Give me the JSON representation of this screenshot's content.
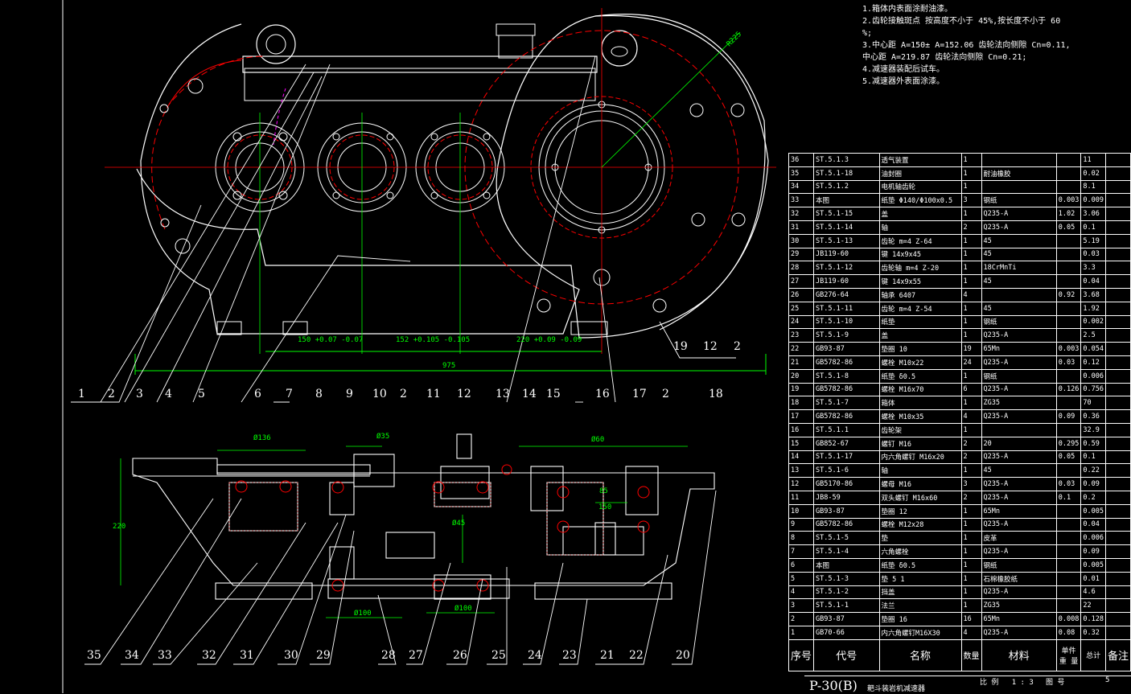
{
  "notes": [
    "1.箱体内表面涂耐油漆。",
    "2.齿轮接触斑点 按高度不小于 45%,按长度不小于 60",
    "%;",
    "3.中心距 A=150± A=152.06 齿轮法向侧隙 Cn=0.11,",
    "中心距 A=219.87 齿轮法向侧隙 Cn=0.21;",
    "4.减速器装配后试车。",
    "5.减速器外表面涂漆。"
  ],
  "top_callouts": [
    "1",
    "2",
    "3",
    "4",
    "5",
    "6",
    "7",
    "8",
    "9",
    "10",
    "2",
    "11",
    "12",
    "13",
    "14",
    "15",
    "16",
    "17",
    "2",
    "18"
  ],
  "right_callouts": [
    "19",
    "12",
    "2"
  ],
  "bottom_callouts": [
    "35",
    "34",
    "33",
    "32",
    "31",
    "30",
    "29",
    "28",
    "27",
    "26",
    "25",
    "24",
    "23",
    "21",
    "22",
    "20"
  ],
  "dimensions": {
    "d1": "150",
    "d1_tol": "+0.07 -0.07",
    "d2": "152",
    "d2_tol": "+0.105 -0.105",
    "d3": "220",
    "d3_tol": "+0.09 -0.09",
    "overall": "975",
    "h220": "220",
    "phi136": "Ø136",
    "phi35": "Ø35",
    "phi60": "Ø60",
    "phi45": "Ø45",
    "phi100a": "Ø100",
    "phi100b": "Ø100",
    "d85": "85",
    "d150": "150",
    "r": "R225"
  },
  "bom_rows": [
    [
      "36",
      "ST.5.1.3",
      "透气装置",
      "1",
      "",
      "",
      "11"
    ],
    [
      "35",
      "ST.5.1-18",
      "油封圈",
      "1",
      "耐油橡胶",
      "",
      "0.02"
    ],
    [
      "34",
      "ST.5.1.2",
      "电机轴齿轮",
      "1",
      "",
      "",
      "8.1"
    ],
    [
      "33",
      "本图",
      "纸垫 Φ140/Φ100x0.5",
      "3",
      "钢纸",
      "0.003",
      "0.009"
    ],
    [
      "32",
      "ST.5.1-15",
      "盖",
      "1",
      "Q235-A",
      "1.02",
      "3.06"
    ],
    [
      "31",
      "ST.5.1-14",
      "轴",
      "2",
      "Q235-A",
      "0.05",
      "0.1"
    ],
    [
      "30",
      "ST.5.1-13",
      "齿轮 m=4 Z-64",
      "1",
      "45",
      "",
      "5.19"
    ],
    [
      "29",
      "JB119-60",
      "键 14x9x45",
      "1",
      "45",
      "",
      "0.03"
    ],
    [
      "28",
      "ST.5.1-12",
      "齿轮轴 m=4 Z-20",
      "1",
      "18CrMnTi",
      "",
      "3.3"
    ],
    [
      "27",
      "JB119-60",
      "键 14x9x55",
      "1",
      "45",
      "",
      "0.04"
    ],
    [
      "26",
      "GB276-64",
      "轴承 6407",
      "4",
      "",
      "0.92",
      "3.68"
    ],
    [
      "25",
      "ST.5.1-11",
      "齿轮 m=4 Z-54",
      "1",
      "45",
      "",
      "1.92"
    ],
    [
      "24",
      "ST.5.1-10",
      "纸垫",
      "1",
      "钢纸",
      "",
      "0.002"
    ],
    [
      "23",
      "ST.5.1-9",
      "盖",
      "1",
      "Q235-A",
      "",
      "2.5"
    ],
    [
      "22",
      "GB93-87",
      "垫圈 10",
      "19",
      "65Mn",
      "0.003",
      "0.054"
    ],
    [
      "21",
      "GB5782-86",
      "螺栓 M10x22",
      "24",
      "Q235-A",
      "0.03",
      "0.12"
    ],
    [
      "20",
      "ST.5.1-8",
      "纸垫 δ0.5",
      "1",
      "钢纸",
      "",
      "0.006"
    ],
    [
      "19",
      "GB5782-86",
      "螺栓 M16x70",
      "6",
      "Q235-A",
      "0.126",
      "0.756"
    ],
    [
      "18",
      "ST.5.1-7",
      "箱体",
      "1",
      "ZG35",
      "",
      "70"
    ],
    [
      "17",
      "GB5782-86",
      "螺栓 M10x35",
      "4",
      "Q235-A",
      "0.09",
      "0.36"
    ],
    [
      "16",
      "ST.5.1.1",
      "齿轮架",
      "1",
      "",
      "",
      "32.9"
    ],
    [
      "15",
      "GB852-67",
      "螺钉 M16",
      "2",
      "20",
      "0.295",
      "0.59"
    ],
    [
      "14",
      "ST.5.1-17",
      "内六角螺钉 M16x20",
      "2",
      "Q235-A",
      "0.05",
      "0.1"
    ],
    [
      "13",
      "ST.5.1-6",
      "轴",
      "1",
      "45",
      "",
      "0.22"
    ],
    [
      "12",
      "GB5170-86",
      "螺母 M16",
      "3",
      "Q235-A",
      "0.03",
      "0.09"
    ],
    [
      "11",
      "JB8-59",
      "双头螺钉 M16x60",
      "2",
      "Q235-A",
      "0.1",
      "0.2"
    ],
    [
      "10",
      "GB93-87",
      "垫圈 12",
      "1",
      "65Mn",
      "",
      "0.005"
    ],
    [
      "9",
      "GB5782-86",
      "螺栓 M12x28",
      "1",
      "Q235-A",
      "",
      "0.04"
    ],
    [
      "8",
      "ST.5.1-5",
      "垫",
      "1",
      "皮革",
      "",
      "0.006"
    ],
    [
      "7",
      "ST.5.1-4",
      "六角螺栓",
      "1",
      "Q235-A",
      "",
      "0.09"
    ],
    [
      "6",
      "本图",
      "纸垫 δ0.5",
      "1",
      "钢纸",
      "",
      "0.005"
    ],
    [
      "5",
      "ST.5.1-3",
      "垫 5 1",
      "1",
      "石棉橡胶纸",
      "",
      "0.01"
    ],
    [
      "4",
      "ST.5.1-2",
      "挡盖",
      "1",
      "Q235-A",
      "",
      "4.6"
    ],
    [
      "3",
      "ST.5.1-1",
      "法兰",
      "1",
      "ZG35",
      "",
      "22"
    ],
    [
      "2",
      "GB93-87",
      "垫圈 16",
      "16",
      "65Mn",
      "0.008",
      "0.128"
    ],
    [
      "1",
      "GB70-66",
      "内六角螺钉M16X30",
      "4",
      "Q235-A",
      "0.08",
      "0.32"
    ]
  ],
  "bom_header": {
    "no": "序号",
    "code": "代号",
    "name": "名称",
    "qty": "数量",
    "material": "材料",
    "unit": "单件",
    "total": "总计",
    "weight": "重 量",
    "remark": "备注"
  },
  "title_block": {
    "code": "P-30(B)",
    "name": "耙斗装岩机减速器",
    "scale_label": "比 例",
    "scale": "1 : 3",
    "sheet_label": "图 号",
    "sheet_no": "5"
  }
}
